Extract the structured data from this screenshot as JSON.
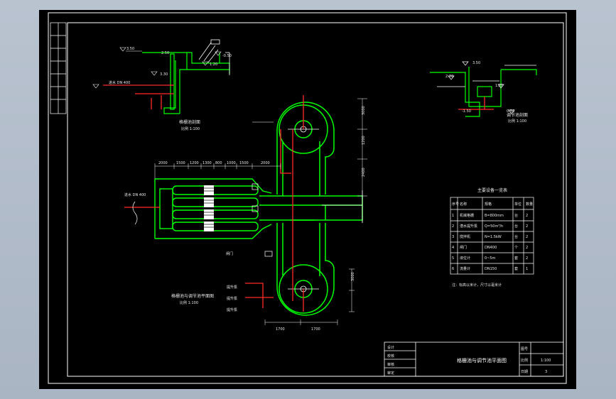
{
  "colors": {
    "background_outer": "#b0bbc9",
    "canvas": "#000000",
    "frame": "#ffffff",
    "structure": "#00ff00",
    "pipe": "#ff2a2a",
    "text": "#e8e8e8"
  },
  "labels": {
    "pipe_top_left": "进水 DN 400",
    "pipe_mid_left": "进水 DN 400",
    "section_a_title": "格栅池剖面",
    "section_a_scale": "比例 1:100",
    "plan_title": "格栅池与调节池平面图",
    "plan_scale": "比例 1:100",
    "section_b_title": "调节池剖面",
    "section_b_scale": "比例 1:100",
    "pump_1": "提升泵",
    "pump_2": "提升泵",
    "pump_3": "提升泵",
    "valve_tag": "闸门",
    "note": "注：标高以米计，尺寸以毫米计"
  },
  "elevations": {
    "a1": "3.50",
    "a2": "3.30",
    "a3": "2.50",
    "a4": "1.20",
    "a5": "-0.50",
    "b1": "3.50",
    "b2": "2.70",
    "b3": "1.20",
    "b4": "0.50",
    "b5": "-1.50"
  },
  "dimensions": {
    "top": [
      "2000",
      "1500",
      "1200",
      "1300",
      "800",
      "1000",
      "1500",
      "2000"
    ],
    "right": [
      "3000",
      "1200",
      "2400",
      "3000"
    ],
    "bottom": [
      "1700",
      "1700"
    ]
  },
  "table": {
    "title": "主要设备一览表",
    "headers": [
      "序号",
      "名称",
      "规格",
      "单位",
      "数量"
    ],
    "rows": [
      [
        "1",
        "机械格栅",
        "B=800mm",
        "台",
        "2"
      ],
      [
        "2",
        "潜水提升泵",
        "Q=50m³/h",
        "台",
        "2"
      ],
      [
        "3",
        "搅拌机",
        "N=1.5kW",
        "台",
        "2"
      ],
      [
        "4",
        "闸门",
        "DN400",
        "个",
        "2"
      ],
      [
        "5",
        "液位计",
        "0~5m",
        "套",
        "2"
      ],
      [
        "6",
        "流量计",
        "DN150",
        "套",
        "1"
      ]
    ]
  },
  "title_block": {
    "left_rows": [
      "设计",
      "校核",
      "审核",
      "审定"
    ],
    "drawing_title": "格栅池与调节池平面图",
    "right_labels": [
      "图号",
      "比例",
      "日期"
    ],
    "right_values": [
      "",
      "1:100",
      "3"
    ]
  }
}
